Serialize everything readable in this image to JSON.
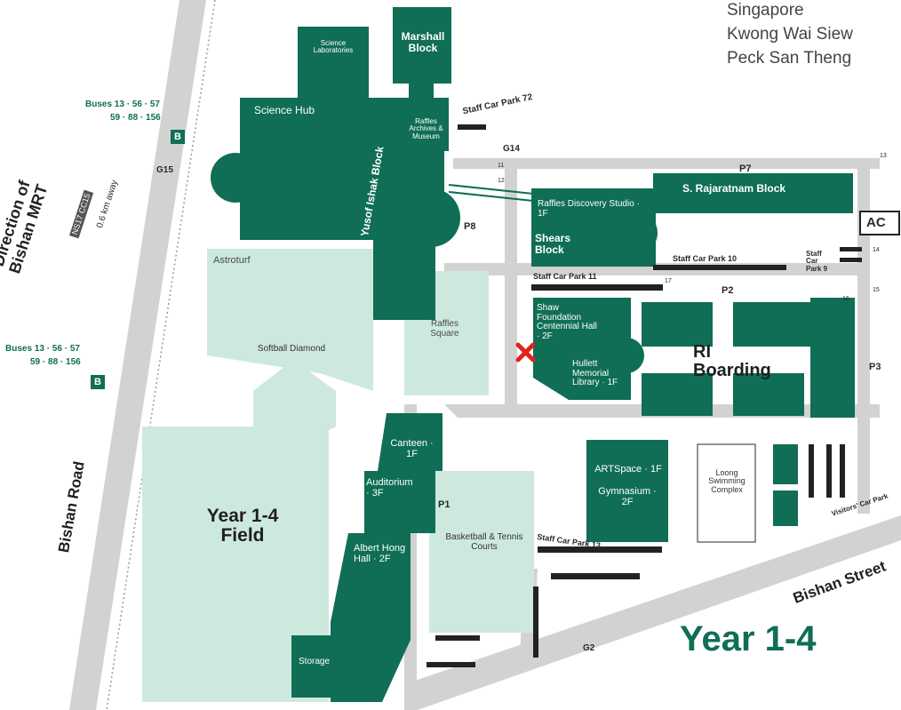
{
  "header": {
    "lines": [
      "Singapore",
      "Kwong Wai Siew",
      "Peck San Theng"
    ]
  },
  "colors": {
    "building": "#0f6e55",
    "lightgreen": "#cde9de",
    "road": "#d2d2d2",
    "carpark": "#222222",
    "accent_red": "#e2231a"
  },
  "direction": {
    "title": "Direction of Bishan MRT",
    "distance": "0.6 km away",
    "sign": "NS17 CC15"
  },
  "bus_stops": [
    {
      "routes_1": "Buses 13 · 56 · 57",
      "routes_2": "59 · 88 · 156",
      "badge": "B"
    },
    {
      "routes_1": "Buses 13 · 56 · 57",
      "routes_2": "59 · 88 · 156",
      "badge": "B"
    }
  ],
  "gates": {
    "g15": "G15",
    "g14": "G14",
    "g2": "G2"
  },
  "parking": {
    "staff72": "Staff Car Park 72",
    "p7": "P7",
    "p8": "P8",
    "staff10": "Staff Car Park 10",
    "staff11": "Staff Car Park 11",
    "p2": "P2",
    "staff9": "Staff Car Park 9",
    "p3": "P3",
    "p1": "P1",
    "staff13": "Staff Car Park 13",
    "visitors": "Visitors' Car Park",
    "n11": "11",
    "n12": "12",
    "n13": "13",
    "n14": "14",
    "n15": "15",
    "n16": "16",
    "n17": "17",
    "ac": "AC"
  },
  "buildings": {
    "science_labs": "Science Laboratories",
    "marshall": "Marshall Block",
    "science_hub": "Science Hub",
    "archives": "Raffles Archives & Museum",
    "yusof": "Yusof Ishak Block",
    "rajaratnam": "S. Rajaratnam Block",
    "discovery": "Raffles Discovery Studio · 1F",
    "shears": "Shears Block",
    "astroturf": "Astroturf",
    "raffles_square": "Raffles Square",
    "shaw": "Shaw Foundation Centennial Hall · 2F",
    "hullett": "Hullett Memorial Library · 1F",
    "boarding": "RI Boarding",
    "softball": "Softball Diamond",
    "canteen": "Canteen · 1F",
    "auditorium": "Auditorium · 3F",
    "albert": "Albert Hong Hall · 2F",
    "storage": "Storage",
    "artspace": "ARTSpace · 1F",
    "gym": "Gymnasium · 2F",
    "pool": "Loong Swimming Complex",
    "courts": "Basketball & Tennis Courts",
    "field": "Year 1-4 Field"
  },
  "roads": {
    "bishan_road": "Bishan Road",
    "bishan_street": "Bishan Street"
  },
  "footer_title": "Year 1-4"
}
